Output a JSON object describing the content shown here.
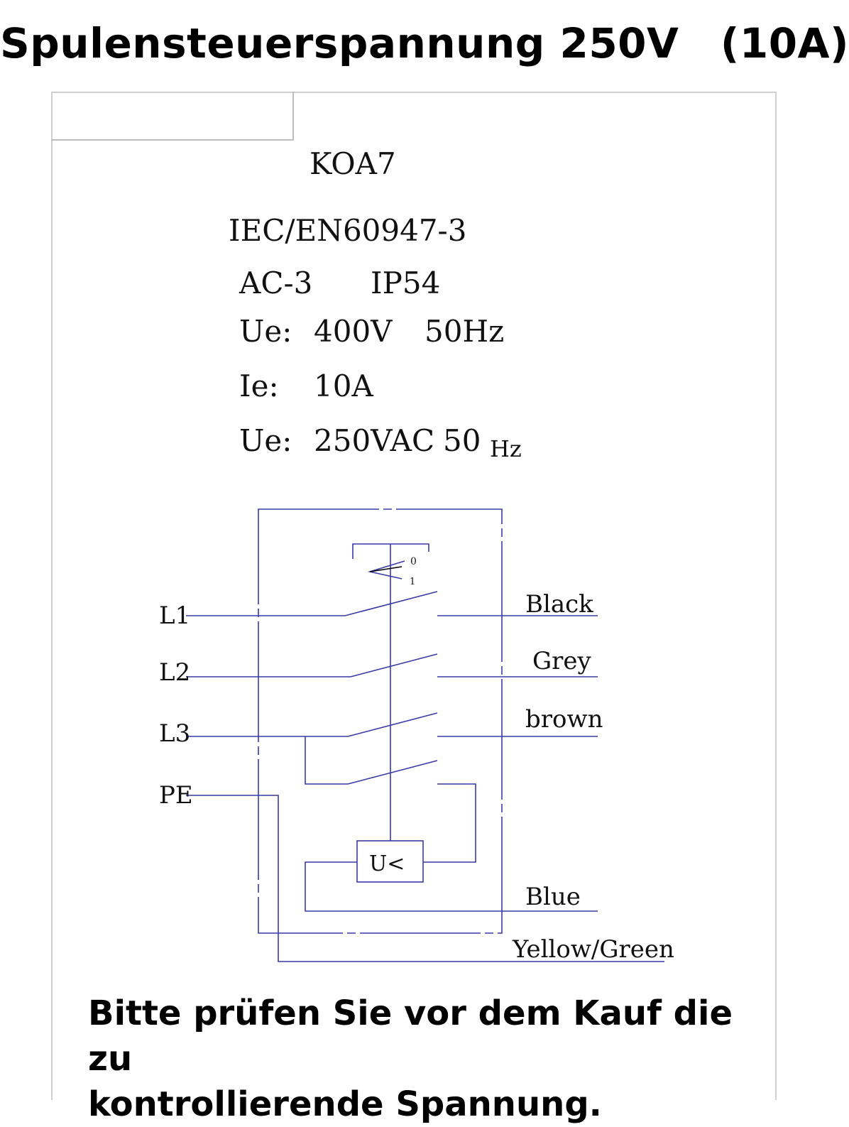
{
  "title": "Spulensteuerspannung 250V　(10A)",
  "specs": {
    "model": "KOA7",
    "standard": "IEC/EN60947-3",
    "category": "AC-3",
    "protection": "IP54",
    "ue_label": "Ue:",
    "ue_voltage": "400V",
    "ue_freq": "50Hz",
    "ie_label": "Ie:",
    "ie_current": "10A",
    "uc_label": "Ue:",
    "uc_voltage": "250VAC",
    "uc_freq_value": "50",
    "uc_freq_unit": "Hz"
  },
  "diagram": {
    "inputs": [
      "L1",
      "L2",
      "L3",
      "PE"
    ],
    "outputs": [
      "Black",
      "Grey",
      "brown",
      "Blue",
      "Yellow/Green"
    ],
    "switch_positions": [
      "0",
      "1"
    ],
    "coil_label": "U<",
    "line_color": "#3a3aa8"
  },
  "footer": {
    "line1": "Bitte prüfen Sie vor dem Kauf die zu",
    "line2": "kontrollierende Spannung."
  }
}
